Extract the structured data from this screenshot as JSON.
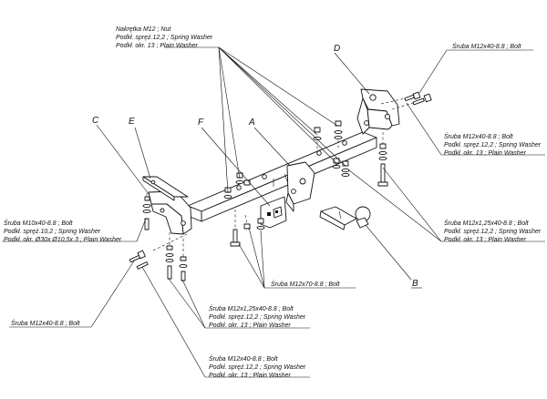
{
  "part_letters": {
    "A": "A",
    "B": "B",
    "C": "C",
    "D": "D",
    "E": "E",
    "F": "F"
  },
  "callouts": {
    "nut_group": {
      "line1": "Nakrętka  M12 ; Nut",
      "line2": "Podkł. spręż.12,2 ; Spring Washer",
      "line3": "Podkł. okr. 13 ; Plain Washer"
    },
    "right_top_bolt": "Śruba M12x40-8.8 ;  Bolt",
    "right_mid_group": {
      "line1": "Śruba M12x40-8.8 ;  Bolt",
      "line2": "Podkł. spręż.12,2 ; Spring Washer",
      "line3": "Podkł. okr. 13 ; Plain Washer"
    },
    "right_low_group": {
      "line1": "Śruba M12x1,25x40-8.8 ;  Bolt",
      "line2": "Podkł. spręż.12,2 ; Spring Washer",
      "line3": "Podkł. okr. 13 ; Plain Washer"
    },
    "left_group": {
      "line1": "Śruba M10x40-8.8 ;  Bolt",
      "line2": "Podkł. spręż.10,2 ; Spring Washer",
      "line3": "Podkł. okr.  Ø30x Ø10,5x 3 ; Plain Washer"
    },
    "center_bolt": "Śruba M12x70-8.8 ;  Bolt",
    "left_bottom_bolt": "Śruba M12x40-8.8 ;  Bolt",
    "bottom_mid_group": {
      "line1": "Śruba M12x1,25x40-8.8 ;  Bolt",
      "line2": "Podkł. spręż.12,2 ; Spring Washer",
      "line3": "Podkł. okr. 13 ; Plain Washer"
    },
    "bottom_low_group": {
      "line1": "Śruba M12x40-8.8 ;  Bolt",
      "line2": "Podkł. spręż.12,2 ; Spring Washer",
      "line3": "Podkł. okr. 13 ; Plain Washer"
    }
  }
}
